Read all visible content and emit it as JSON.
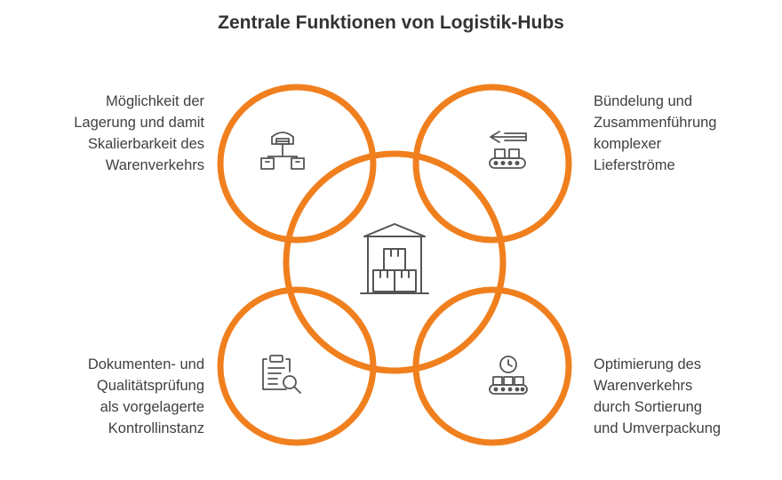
{
  "title": "Zentrale Funktionen von Logistik-Hubs",
  "colors": {
    "ring": "#F07F1E",
    "icon": "#555555"
  },
  "center": {
    "icon": "warehouse-boxes-icon"
  },
  "functions": [
    {
      "position": "top-left",
      "icon": "warehouse-network-icon",
      "lines": [
        "Möglichkeit der",
        "Lagerung und damit",
        "Skalierbarkeit des",
        "Warenverkehrs"
      ]
    },
    {
      "position": "top-right",
      "icon": "conveyor-arrow-icon",
      "lines": [
        "Bündelung und",
        "Zusammenführung",
        "komplexer",
        "Lieferströme"
      ]
    },
    {
      "position": "bottom-left",
      "icon": "clipboard-search-icon",
      "lines": [
        "Dokumenten- und",
        "Qualitätsprüfung",
        "als vorgelagerte",
        "Kontrollinstanz"
      ]
    },
    {
      "position": "bottom-right",
      "icon": "conveyor-clock-icon",
      "lines": [
        "Optimierung des",
        "Warenverkehrs",
        "durch Sortierung",
        "und Umverpackung"
      ]
    }
  ]
}
